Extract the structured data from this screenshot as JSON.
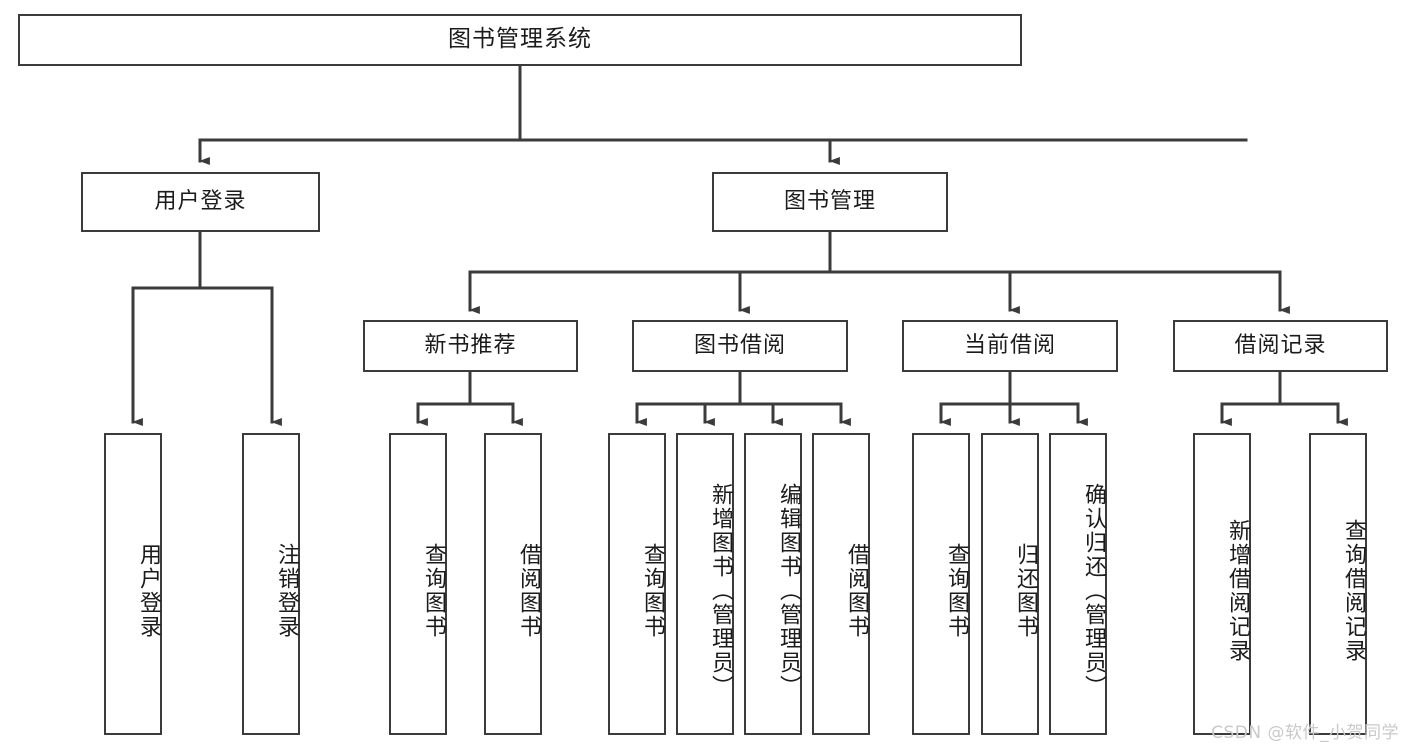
{
  "diagram": {
    "type": "tree-hierarchy-diagram",
    "title": "图书管理系统",
    "colors": {
      "box_border": "#3b3b3b",
      "box_fill": "#ffffff",
      "line": "#3b3b3b",
      "text": "#1b1b1b",
      "watermark": "#c9c9c9"
    },
    "levels": {
      "root": {
        "label": "图书管理系统"
      },
      "level2": [
        {
          "id": "user-login",
          "label": "用户登录"
        },
        {
          "id": "book-management",
          "label": "图书管理"
        }
      ],
      "level3": [
        {
          "id": "new-book-recommend",
          "label": "新书推荐",
          "parent": "book-management"
        },
        {
          "id": "book-borrow",
          "label": "图书借阅",
          "parent": "book-management"
        },
        {
          "id": "current-borrow",
          "label": "当前借阅",
          "parent": "book-management"
        },
        {
          "id": "borrow-record",
          "label": "借阅记录",
          "parent": "book-management"
        }
      ],
      "level4": [
        {
          "id": "leaf-user-login",
          "label": "用户登录",
          "parent": "user-login"
        },
        {
          "id": "leaf-user-logout",
          "label": "注销登录",
          "parent": "user-login"
        },
        {
          "id": "leaf-query-book-1",
          "label": "查询图书",
          "parent": "new-book-recommend"
        },
        {
          "id": "leaf-borrow-book-1",
          "label": "借阅图书",
          "parent": "new-book-recommend"
        },
        {
          "id": "leaf-query-book-2",
          "label": "查询图书",
          "parent": "book-borrow"
        },
        {
          "id": "leaf-add-book",
          "label": "新增图书（管理员）",
          "parent": "book-borrow"
        },
        {
          "id": "leaf-edit-book",
          "label": "编辑图书（管理员）",
          "parent": "book-borrow"
        },
        {
          "id": "leaf-borrow-book-2",
          "label": "借阅图书",
          "parent": "book-borrow"
        },
        {
          "id": "leaf-query-book-3",
          "label": "查询图书",
          "parent": "current-borrow"
        },
        {
          "id": "leaf-return-book",
          "label": "归还图书",
          "parent": "current-borrow"
        },
        {
          "id": "leaf-confirm-return",
          "label": "确认归还（管理员）",
          "parent": "current-borrow"
        },
        {
          "id": "leaf-add-record",
          "label": "新增借阅记录",
          "parent": "borrow-record"
        },
        {
          "id": "leaf-query-record",
          "label": "查询借阅记录",
          "parent": "borrow-record"
        }
      ]
    },
    "watermark": "CSDN @软件_小贺同学"
  }
}
